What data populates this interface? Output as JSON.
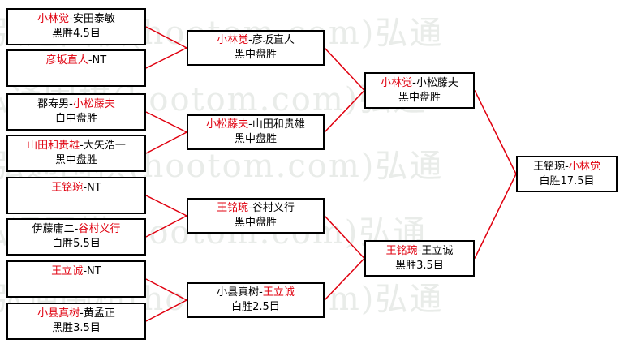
{
  "watermark": [
    "弘通围棋(hootom.com)弘通",
    "弘通围棋(hootom.com)弘通",
    "弘通围棋(hootom.com)弘通",
    "弘通围棋(hootom.com)弘通",
    "弘通围棋(hootom.com)弘通"
  ],
  "line_color": "#e0000f",
  "highlight_color": "#e0000f",
  "matches": [
    {
      "id": "r1-1",
      "p1": "小林觉",
      "p1_win": true,
      "p2": "安田泰敏",
      "p2_win": false,
      "result": "黑胜4.5目"
    },
    {
      "id": "r1-2",
      "p1": "彦坂直人",
      "p1_win": true,
      "p2": "NT",
      "p2_win": false,
      "result": ""
    },
    {
      "id": "r1-3",
      "p1": "郡寿男",
      "p1_win": false,
      "p2": "小松藤夫",
      "p2_win": true,
      "result": "白中盘胜"
    },
    {
      "id": "r1-4",
      "p1": "山田和贵雄",
      "p1_win": true,
      "p2": "大矢浩一",
      "p2_win": false,
      "result": "黑中盘胜"
    },
    {
      "id": "r1-5",
      "p1": "王铭琬",
      "p1_win": true,
      "p2": "NT",
      "p2_win": false,
      "result": ""
    },
    {
      "id": "r1-6",
      "p1": "伊藤庸二",
      "p1_win": false,
      "p2": "谷村义行",
      "p2_win": true,
      "result": "白胜5.5目"
    },
    {
      "id": "r1-7",
      "p1": "王立诚",
      "p1_win": true,
      "p2": "NT",
      "p2_win": false,
      "result": ""
    },
    {
      "id": "r1-8",
      "p1": "小县真树",
      "p1_win": true,
      "p2": "黄孟正",
      "p2_win": false,
      "result": "黑胜3.5目"
    },
    {
      "id": "r2-1",
      "p1": "小林觉",
      "p1_win": true,
      "p2": "彦坂直人",
      "p2_win": false,
      "result": "黑中盘胜"
    },
    {
      "id": "r2-2",
      "p1": "小松藤夫",
      "p1_win": true,
      "p2": "山田和贵雄",
      "p2_win": false,
      "result": "黑中盘胜"
    },
    {
      "id": "r2-3",
      "p1": "王铭琬",
      "p1_win": true,
      "p2": "谷村义行",
      "p2_win": false,
      "result": "黑中盘胜"
    },
    {
      "id": "r2-4",
      "p1": "小县真树",
      "p1_win": false,
      "p2": "王立诚",
      "p2_win": true,
      "result": "白胜2.5目"
    },
    {
      "id": "r3-1",
      "p1": "小林觉",
      "p1_win": true,
      "p2": "小松藤夫",
      "p2_win": false,
      "result": "黑中盘胜"
    },
    {
      "id": "r3-2",
      "p1": "王铭琬",
      "p1_win": true,
      "p2": "王立诚",
      "p2_win": false,
      "result": "黑胜3.5目"
    },
    {
      "id": "final",
      "p1": "王铭琬",
      "p1_win": false,
      "p2": "小林觉",
      "p2_win": true,
      "result": "白胜17.5目"
    }
  ]
}
